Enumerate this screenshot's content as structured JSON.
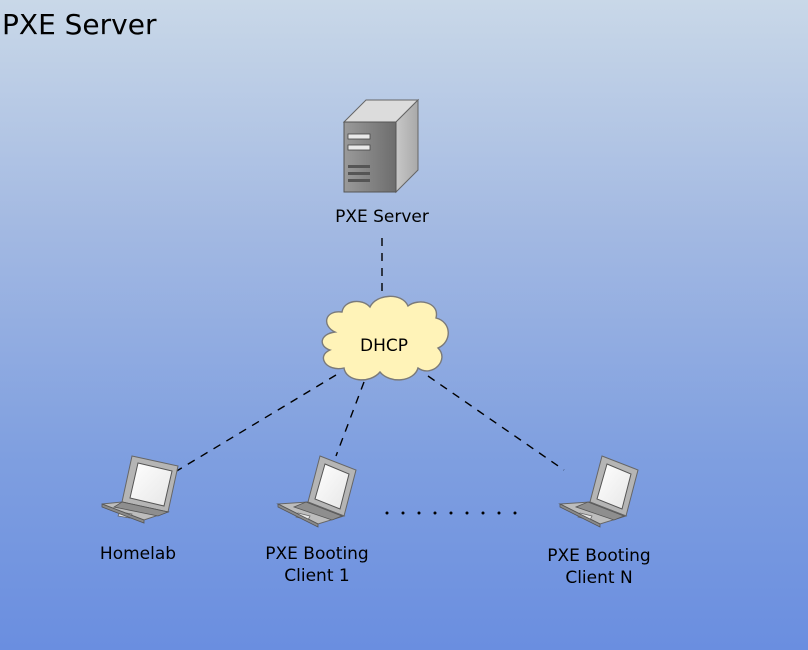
{
  "diagram": {
    "title": "PXE Server",
    "nodes": {
      "server": {
        "label": "PXE Server",
        "icon": "server-tower-icon"
      },
      "dhcp": {
        "label": "DHCP",
        "icon": "cloud-icon",
        "fill": "#fff3b8"
      },
      "homelab": {
        "label": "Homelab",
        "icon": "laptop-icon"
      },
      "client1": {
        "label_line1": "PXE Booting",
        "label_line2": "Client 1",
        "icon": "laptop-icon"
      },
      "clientN": {
        "label_line1": "PXE Booting",
        "label_line2": "Client N",
        "icon": "laptop-icon"
      }
    },
    "connections": [
      {
        "from": "server",
        "to": "dhcp",
        "style": "dashed"
      },
      {
        "from": "dhcp",
        "to": "homelab",
        "style": "dashed"
      },
      {
        "from": "dhcp",
        "to": "client1",
        "style": "dashed"
      },
      {
        "from": "dhcp",
        "to": "clientN",
        "style": "dashed"
      }
    ],
    "ellipsis": "dotted"
  }
}
